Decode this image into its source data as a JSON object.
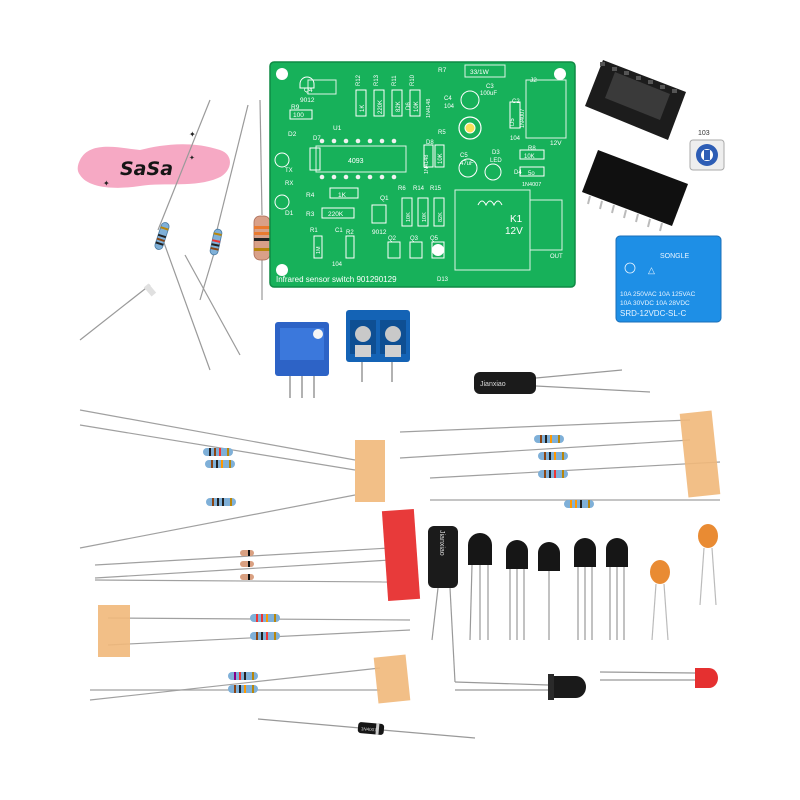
{
  "brand": {
    "logo_text": "SaSa"
  },
  "pcb": {
    "title": "Infrared sensor switch 901290129",
    "silkscreen": {
      "q4": "Q4",
      "q4_part": "9012",
      "r9": "R9",
      "r9_val": "100",
      "r12": "R12",
      "r13": "R13",
      "r11": "R11",
      "r10": "R10",
      "r12_val": "1K",
      "r13_val": "220K",
      "r11_val": "82K",
      "r10_val": "10K",
      "d6": "D6",
      "d6_part": "1N4148",
      "r7": "R7",
      "r7_val": "33/1W",
      "c3": "C3",
      "c3_val": "100uF",
      "c4": "C4",
      "c4_val": "104",
      "j2": "J2",
      "c2": "C2",
      "c2_val": "104",
      "d5": "D5",
      "d5_part": "1N4007",
      "u1": "U1",
      "u1_part": "4093",
      "d2": "D2",
      "tx": "TX",
      "d7": "D7",
      "d8": "D8",
      "d8_part": "1N4148",
      "r5": "R5",
      "r5_val": "10K",
      "c5": "C5",
      "c5_val": "47uF",
      "d3": "D3",
      "led": "LED",
      "r8": "R8",
      "r8_val": "10K",
      "d4": "D4",
      "d4_part": "1N4007",
      "r6_val": "5o",
      "v12": "12V",
      "rx": "RX",
      "d1": "D1",
      "r4": "R4",
      "r4_val": "1K",
      "r3": "R3",
      "r3_val": "220K",
      "r6": "R6",
      "r14": "R14",
      "r15": "R15",
      "q1": "Q1",
      "q1_part": "9012",
      "k1": "K1",
      "k1_val": "12V",
      "r1": "R1",
      "c1": "C1",
      "c1_val": "104",
      "r2": "R2",
      "q2": "Q2",
      "q3": "Q3",
      "q5": "Q5",
      "d13": "D13",
      "out": "OUT",
      "r6_v": "10K",
      "r14_v": "10K",
      "r15_v": "82K",
      "r1_v": "1M"
    }
  },
  "relay": {
    "brand": "SONGLE",
    "line1": "10A 250VAC  10A 125VAC",
    "line2": "10A  30VDC  10A  28VDC",
    "model": "SRD-12VDC-SL-C"
  },
  "electrolytic_cap_large": {
    "label": "Jianxiao"
  },
  "electrolytic_cap_small": {
    "label": "Jianxiao"
  },
  "trimpot": {
    "label": "103"
  },
  "diode_big": {
    "label": "1N4007"
  },
  "colors": {
    "pcb_green": "#17b15a",
    "relay_blue": "#1e8fe6",
    "terminal_blue": "#1463b5",
    "logo_pink": "#f6a9c4",
    "tape_orange": "#f1b87a",
    "tape_red": "#e83a3a"
  }
}
